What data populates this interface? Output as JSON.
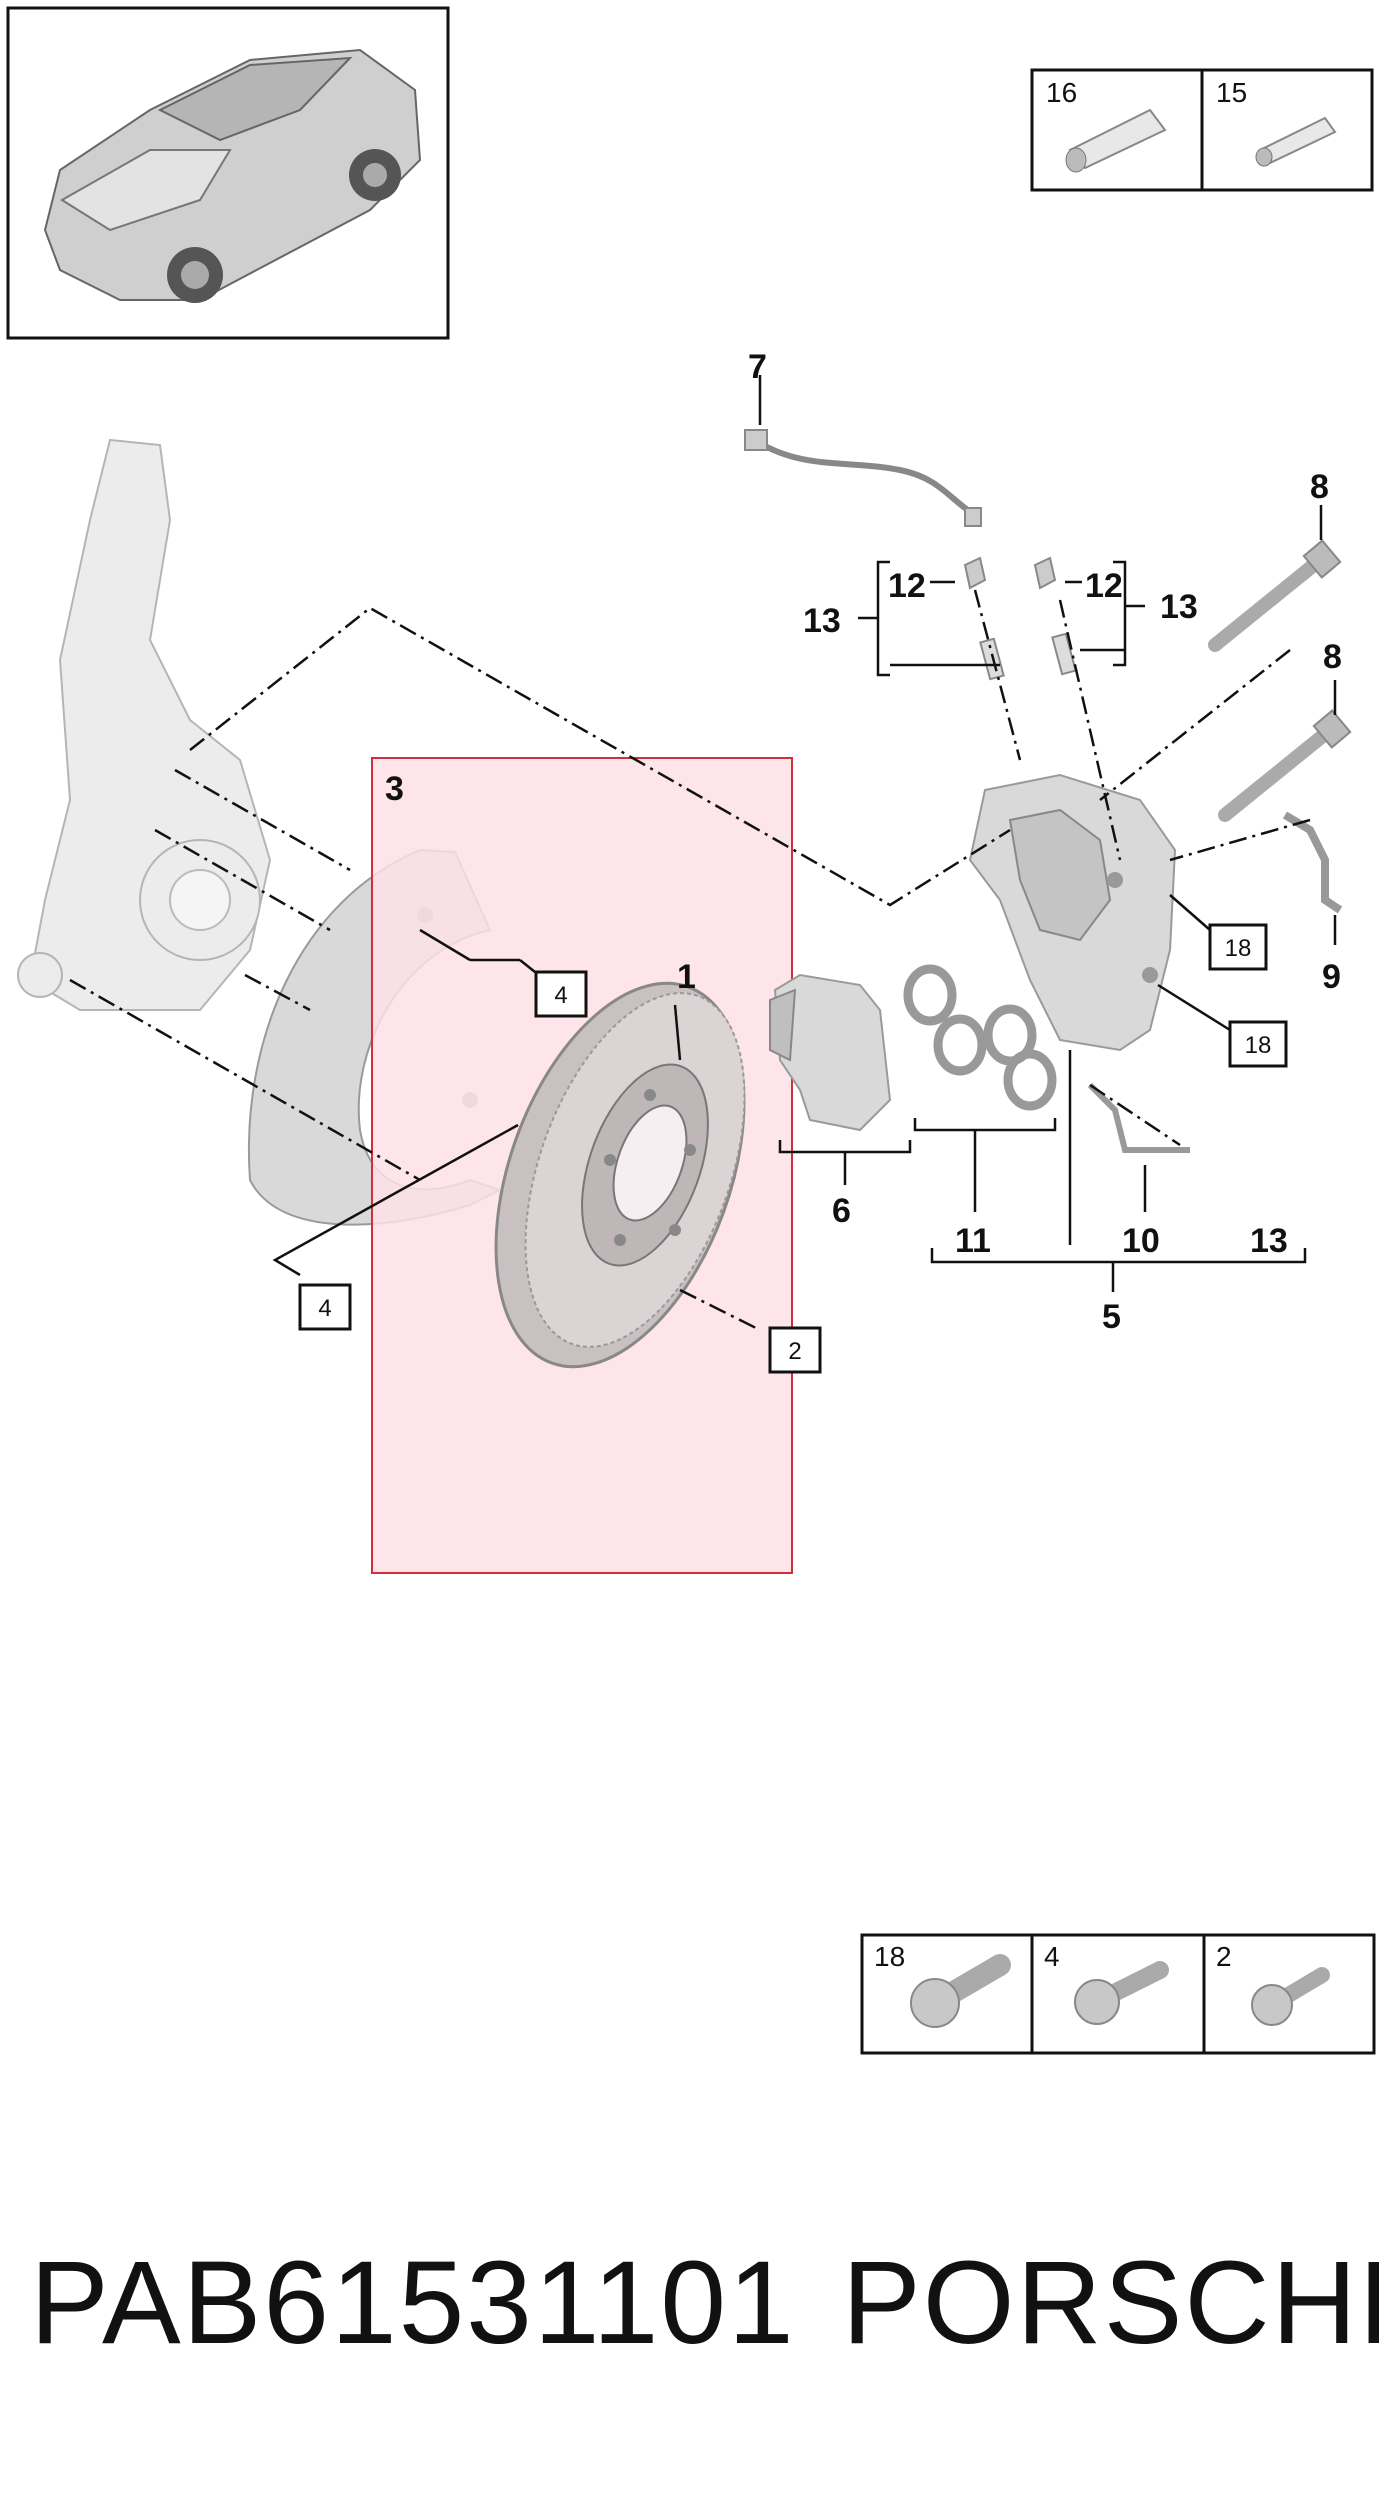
{
  "callouts": {
    "c1": "1",
    "c3": "3",
    "c5": "5",
    "c6": "6",
    "c7": "7",
    "c8a": "8",
    "c8b": "8",
    "c9": "9",
    "c10": "10",
    "c11": "11",
    "c12a": "12",
    "c12b": "12",
    "c13a": "13",
    "c13b": "13",
    "c13c": "13"
  },
  "boxed_refs": {
    "b2": "2",
    "b4a": "4",
    "b4b": "4",
    "b18a": "18",
    "b18b": "18"
  },
  "legend_top": {
    "cell_16": "16",
    "cell_15": "15"
  },
  "legend_bottom": {
    "cell_18": "18",
    "cell_4": "4",
    "cell_2": "2"
  },
  "highlight_color": "#fde0e6",
  "highlight_border": "#d0303c",
  "footer": {
    "part_number": "PAB61531101",
    "brand": "PORSCHE"
  }
}
